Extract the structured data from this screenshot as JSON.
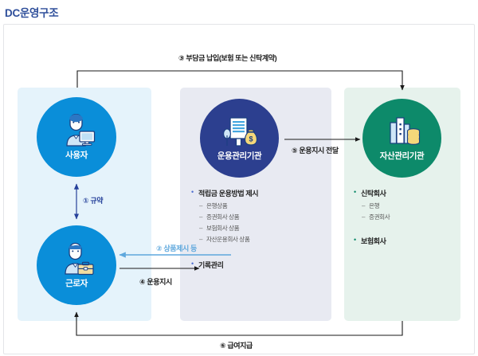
{
  "title": "DC운영구조",
  "panels": {
    "employer": {
      "name": "employer-panel",
      "circles": [
        {
          "label": "사용자",
          "icon": "user-with-monitor-icon"
        },
        {
          "label": "근로자",
          "icon": "worker-with-briefcase-icon"
        }
      ]
    },
    "operator": {
      "name": "operator-panel",
      "circle": {
        "label": "운용관리기관",
        "icon": "document-with-moneybag-icon"
      },
      "groups": [
        {
          "heading": "적립금 운용방법 제시",
          "items": [
            "은행상품",
            "증권회사 상품",
            "보험회사 상품",
            "자산운용회사 상품"
          ]
        },
        {
          "heading": "기록관리",
          "items": []
        }
      ]
    },
    "asset": {
      "name": "asset-panel",
      "circle": {
        "label": "자산관리기관",
        "icon": "bank-building-with-coins-icon"
      },
      "groups": [
        {
          "heading": "신탁회사",
          "items": [
            "은행",
            "증권회사"
          ]
        },
        {
          "heading": "보험회사",
          "items": []
        }
      ]
    }
  },
  "flows": [
    {
      "id": "1",
      "label": "① 규약",
      "style": "navy",
      "direction": "bidirectional"
    },
    {
      "id": "2",
      "label": "② 상품제시 등",
      "style": "light-blue",
      "direction": "left"
    },
    {
      "id": "3",
      "label": "③ 부담금 납입(보험 또는 신탁계약)",
      "style": "dark",
      "direction": "right"
    },
    {
      "id": "4",
      "label": "④ 운용지시",
      "style": "dark",
      "direction": "right"
    },
    {
      "id": "5",
      "label": "⑤ 운용지시 전달",
      "style": "dark",
      "direction": "right"
    },
    {
      "id": "6",
      "label": "⑥ 급여지급",
      "style": "dark",
      "direction": "left"
    }
  ],
  "colors": {
    "title": "#2f4f9b",
    "employer_circle": "#0a8ed9",
    "operator_circle": "#2c3f8f",
    "asset_circle": "#0d8a6a",
    "employer_panel": "#e5f3fb",
    "operator_panel": "#e8eaf2",
    "asset_panel": "#e6f2ec",
    "flow_light_blue": "#5fa8dd",
    "flow_navy": "#25409a",
    "flow_dark": "#1a1a1a"
  }
}
